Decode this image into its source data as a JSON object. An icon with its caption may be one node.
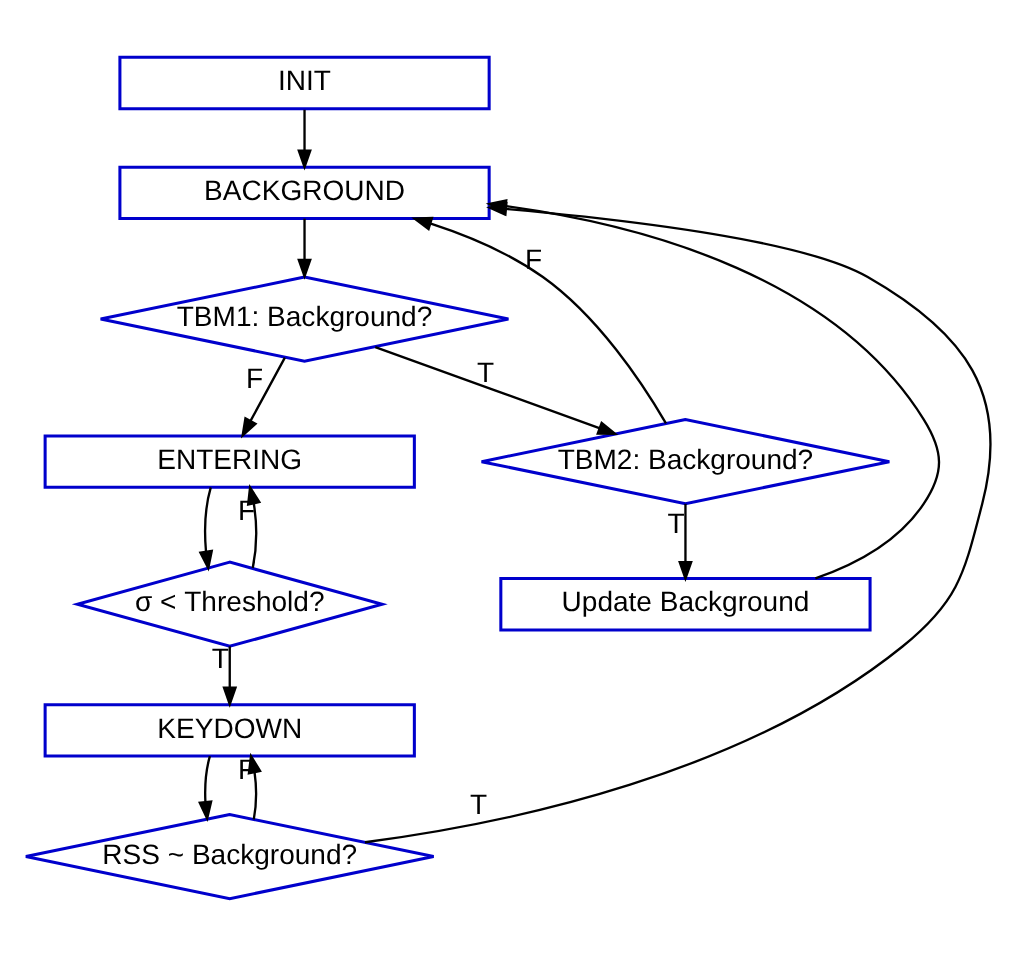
{
  "diagram": {
    "nodes": [
      {
        "text": [
          "INIT"
        ]
      },
      {
        "text": [
          "BACKGROUND"
        ]
      },
      {
        "text": [
          "TBM1: Background?"
        ]
      },
      {
        "text": [
          "ENTERING"
        ]
      },
      {
        "text": [
          "TBM2: Background?"
        ]
      },
      {
        "text": [
          "σ < Threshold?"
        ]
      },
      {
        "text": [
          "Update Background"
        ]
      },
      {
        "text": [
          "KEYDOWN"
        ]
      },
      {
        "text": [
          "RSS ~ Background?"
        ]
      }
    ],
    "edges": [
      {
        "from": 0,
        "to": 1,
        "arrow": "to"
      },
      {
        "from": 1,
        "to": 2,
        "arrow": "to"
      },
      {
        "from": 2,
        "to": 4,
        "label": "T",
        "arrow": "to"
      },
      {
        "from": 2,
        "to": 3,
        "label": "F",
        "arrow": "to"
      },
      {
        "from": 3,
        "to": 5,
        "arrow": "to"
      },
      {
        "from": 4,
        "to": 6,
        "label": "T",
        "arrow": "to"
      },
      {
        "from": 4,
        "to": 1,
        "label": "F",
        "arrow": "to"
      },
      {
        "from": 5,
        "to": 7,
        "label": "T",
        "arrow": "to"
      },
      {
        "from": 5,
        "to": 3,
        "label": "F",
        "arrow": "to"
      },
      {
        "from": 6,
        "to": 1,
        "arrow": "to"
      },
      {
        "from": 7,
        "to": 8,
        "arrow": "to"
      },
      {
        "from": 8,
        "to": 1,
        "label": "T",
        "arrow": "to"
      },
      {
        "from": 8,
        "to": 7,
        "label": "F",
        "arrow": "to"
      }
    ]
  }
}
